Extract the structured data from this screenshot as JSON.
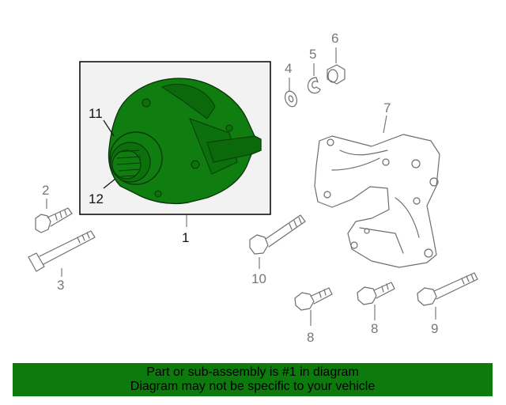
{
  "callouts": {
    "c1": "1",
    "c2": "2",
    "c3": "3",
    "c4": "4",
    "c5": "5",
    "c6": "6",
    "c7": "7",
    "c8a": "8",
    "c8b": "8",
    "c9": "9",
    "c10": "10",
    "c11": "11",
    "c12": "12"
  },
  "banner": {
    "line1": "Part or sub-assembly is #1 in diagram",
    "line2": "Diagram may not be specific to your vehicle"
  },
  "colors": {
    "highlight": "#0f7d0f",
    "banner": "#0d7a0d"
  }
}
